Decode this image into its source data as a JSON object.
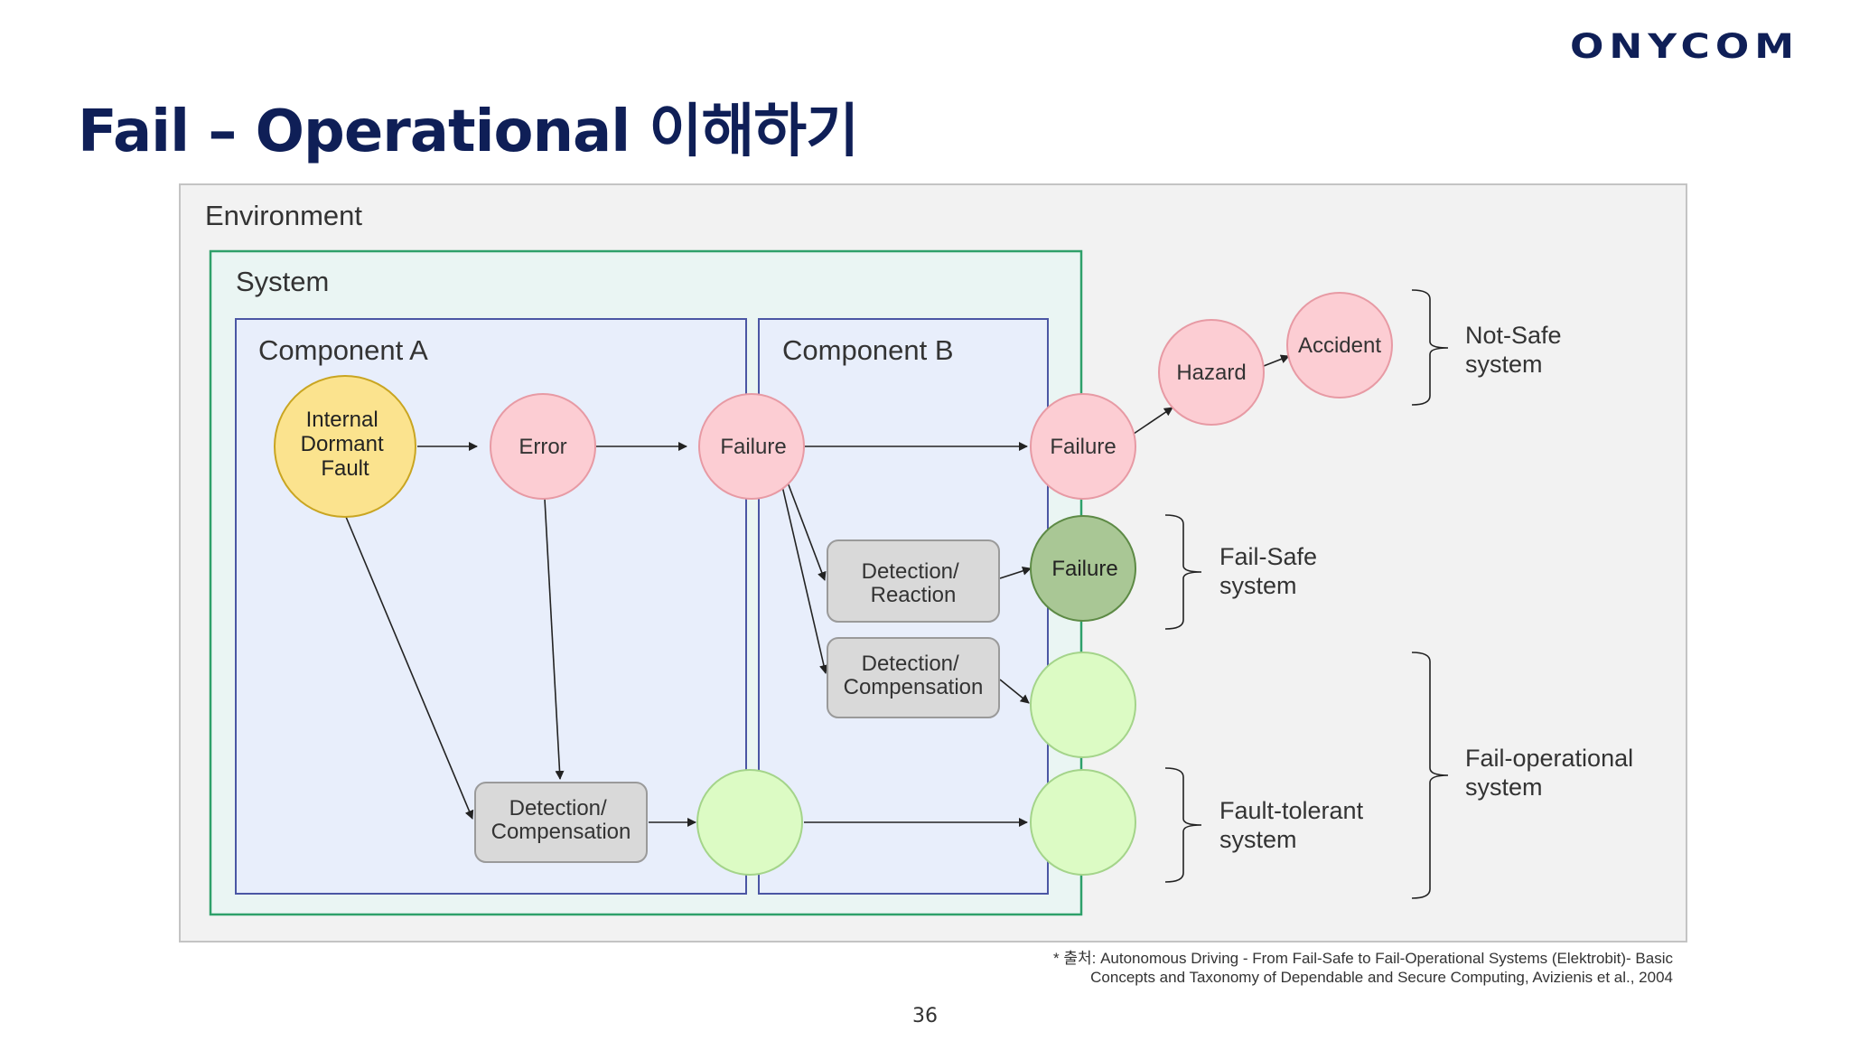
{
  "header": {
    "logo_text": "ONYCOM",
    "title": "Fail – Operational 이해하기"
  },
  "diagram": {
    "containers": {
      "environment": "Environment",
      "system": "System",
      "component_a": "Component A",
      "component_b": "Component B"
    },
    "nodes": {
      "internal_dormant_fault": [
        "Internal",
        "Dormant",
        "Fault"
      ],
      "error": "Error",
      "failure_a": "Failure",
      "failure_b": "Failure",
      "hazard": "Hazard",
      "accident": "Accident",
      "failure_safe": "Failure",
      "detection_reaction": [
        "Detection/",
        "Reaction"
      ],
      "detection_compensation_b": [
        "Detection/",
        "Compensation"
      ],
      "detection_compensation_a": [
        "Detection/",
        "Compensation"
      ]
    },
    "brackets": {
      "not_safe": [
        "Not-Safe",
        "system"
      ],
      "fail_safe": [
        "Fail-Safe",
        "system"
      ],
      "fault_tolerant": [
        "Fault-tolerant",
        "system"
      ],
      "fail_operational": [
        "Fail-operational",
        "system"
      ]
    },
    "colors": {
      "fault_fill": "#fbe38e",
      "fault_stroke": "#c9a521",
      "failure_fill": "#fccdd3",
      "failure_stroke": "#e79aa4",
      "safe_fill": "#a9c795",
      "safe_stroke": "#5d8a45",
      "ok_fill": "#dcfbc4",
      "ok_stroke": "#a4d48a",
      "process_fill": "#d9d9d9",
      "process_stroke": "#9a9a9a",
      "title_color": "#0f1f57"
    }
  },
  "footer": {
    "source_line1": "* 출처:  Autonomous Driving - From Fail-Safe to Fail-Operational Systems (Elektrobit)- Basic",
    "source_line2": "Concepts and Taxonomy of Dependable and Secure Computing, Avizienis et al., 2004",
    "page_number": "36"
  }
}
